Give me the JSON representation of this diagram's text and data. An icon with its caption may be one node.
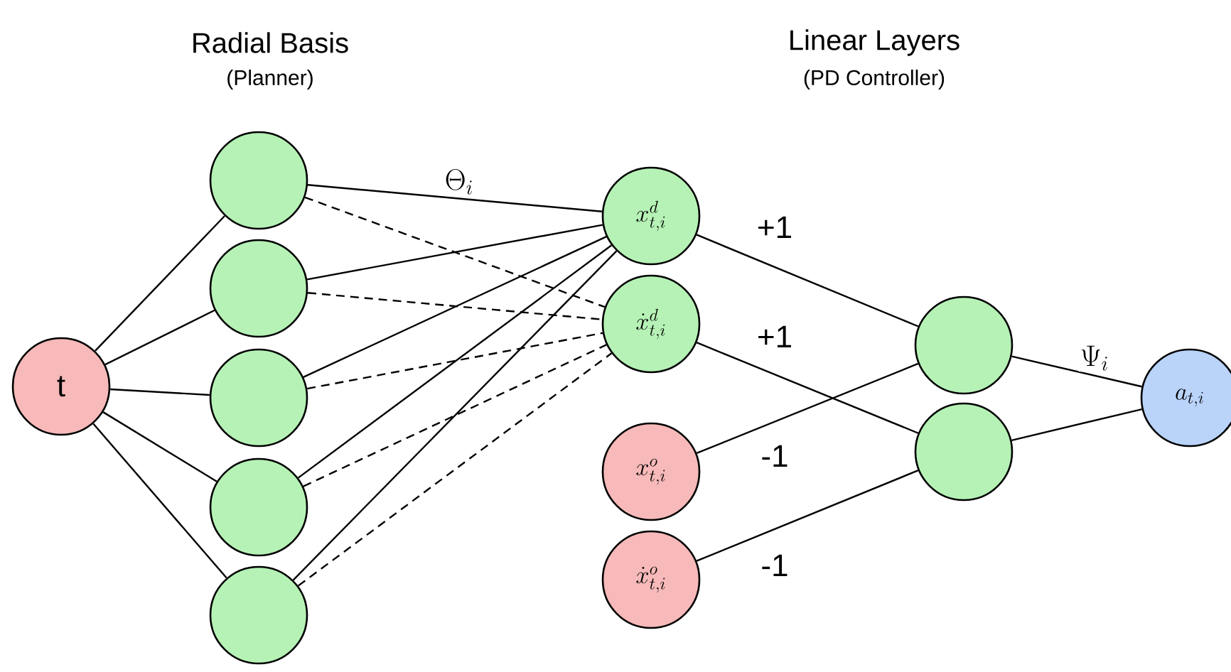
{
  "diagram": {
    "nodes": [
      {
        "text": [
          "t"
        ]
      },
      {
        "text": [],
        "shape": "circle"
      },
      {
        "text": [],
        "shape": "circle"
      },
      {
        "text": [],
        "shape": "circle"
      },
      {
        "text": [],
        "shape": "circle"
      },
      {
        "text": [],
        "shape": "circle"
      },
      {
        "text": [
          "x^{d}_{t,i}"
        ]
      },
      {
        "text": [
          "\\dot{x}^{d}_{t,i}"
        ]
      },
      {
        "text": [
          "x^{o}_{t,i}"
        ]
      },
      {
        "text": [
          "\\dot{x}^{o}_{t,i}"
        ]
      },
      {
        "text": [],
        "shape": "circle"
      },
      {
        "text": [],
        "shape": "circle"
      },
      {
        "text": [
          "a_{t,i}"
        ]
      }
    ],
    "edges": [
      {
        "from": 0,
        "to": 1,
        "arrow": "none"
      },
      {
        "from": 0,
        "to": 2,
        "arrow": "none"
      },
      {
        "from": 0,
        "to": 3,
        "arrow": "none"
      },
      {
        "from": 0,
        "to": 4,
        "arrow": "none"
      },
      {
        "from": 0,
        "to": 5,
        "arrow": "none"
      },
      {
        "from": 1,
        "to": 6,
        "arrow": "none",
        "label": "\\Theta_i"
      },
      {
        "from": 1,
        "to": 7,
        "arrow": "none",
        "style": "dashed"
      },
      {
        "from": 2,
        "to": 6,
        "arrow": "none"
      },
      {
        "from": 2,
        "to": 7,
        "arrow": "none",
        "style": "dashed"
      },
      {
        "from": 3,
        "to": 6,
        "arrow": "none"
      },
      {
        "from": 3,
        "to": 7,
        "arrow": "none",
        "style": "dashed"
      },
      {
        "from": 4,
        "to": 6,
        "arrow": "none"
      },
      {
        "from": 4,
        "to": 7,
        "arrow": "none",
        "style": "dashed"
      },
      {
        "from": 5,
        "to": 6,
        "arrow": "none"
      },
      {
        "from": 5,
        "to": 7,
        "arrow": "none",
        "style": "dashed"
      },
      {
        "from": 6,
        "to": 10,
        "arrow": "none",
        "label": "+1"
      },
      {
        "from": 7,
        "to": 11,
        "arrow": "none",
        "label": "+1"
      },
      {
        "from": 8,
        "to": 10,
        "arrow": "none",
        "label": "-1"
      },
      {
        "from": 9,
        "to": 11,
        "arrow": "none",
        "label": "-1"
      },
      {
        "from": 10,
        "to": 12,
        "arrow": "none",
        "label": "\\Psi_i"
      },
      {
        "from": 11,
        "to": 12,
        "arrow": "none"
      }
    ],
    "labels": [
      "Radial Basis",
      "(Planner)",
      "Linear Layers",
      "(PD Controller)"
    ]
  }
}
